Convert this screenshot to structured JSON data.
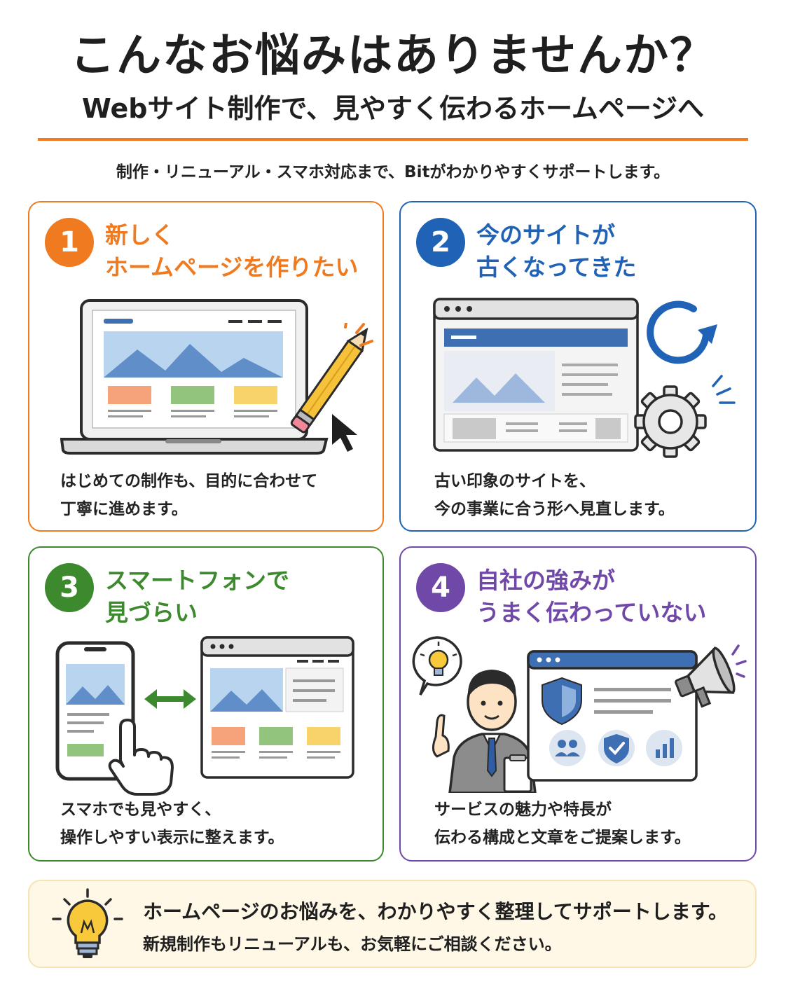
{
  "header": {
    "title": "こんなお悩みはありませんか？",
    "subtitle": "Webサイト制作で、見やすく伝わるホームページへ",
    "lead": "制作・リニューアル・スマホ対応まで、Bitがわかりやすくサポートします。"
  },
  "colors": {
    "orange": "#f07a1f",
    "blue": "#1f62b6",
    "green": "#3d8a2e",
    "purple": "#7048a8"
  },
  "cards": [
    {
      "number": "1",
      "title": "新しく\nホームページを作りたい",
      "description": "はじめての制作も、目的に合わせて\n丁寧に進めます。",
      "icons": [
        "laptop-icon",
        "pencil-icon",
        "cursor-icon"
      ]
    },
    {
      "number": "2",
      "title": "今のサイトが\n古くなってきた",
      "description": "古い印象のサイトを、\n今の事業に合う形へ見直します。",
      "icons": [
        "browser-window-icon",
        "refresh-icon",
        "gear-icon"
      ]
    },
    {
      "number": "3",
      "title": "スマートフォンで\n見づらい",
      "description": "スマホでも見やすく、\n操作しやすい表示に整えます。",
      "icons": [
        "smartphone-icon",
        "double-arrow-icon",
        "browser-window-icon",
        "hand-pointer-icon"
      ]
    },
    {
      "number": "4",
      "title": "自社の強みが\nうまく伝わっていない",
      "description": "サービスの魅力や特長が\n伝わる構成と文章をご提案します。",
      "icons": [
        "businessman-icon",
        "lightbulb-icon",
        "shield-icon",
        "megaphone-icon",
        "users-icon",
        "check-icon",
        "bar-chart-icon"
      ]
    }
  ],
  "footer": {
    "line1": "ホームページのお悩みを、わかりやすく整理してサポートします。",
    "line2": "新規制作もリニューアルも、お気軽にご相談ください。",
    "icon": "lightbulb-icon"
  }
}
